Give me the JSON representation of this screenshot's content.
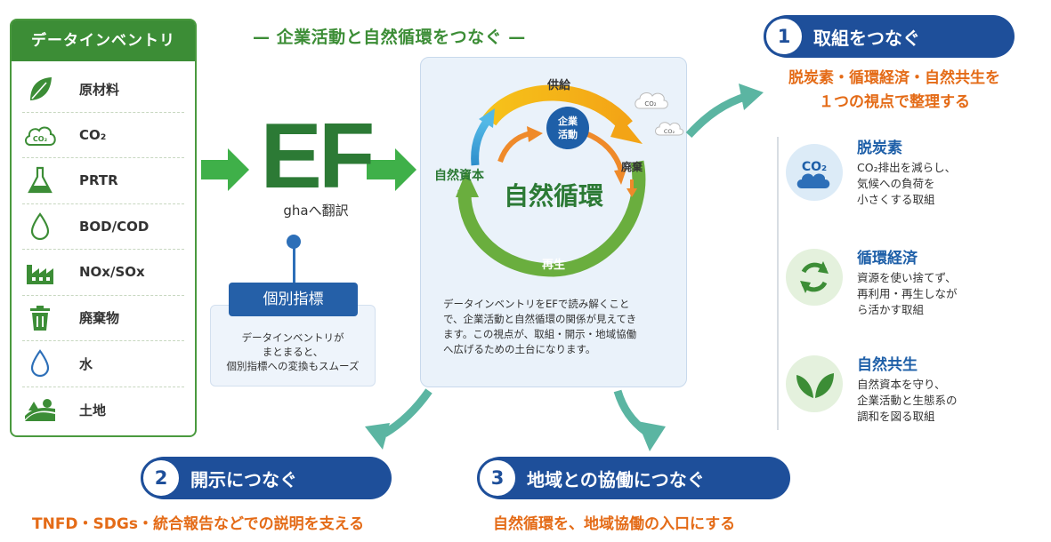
{
  "title": "— 企業活動と自然循環をつなぐ —",
  "inventory": {
    "header": "データインベントリ",
    "items": [
      {
        "icon": "leaf-icon",
        "label": "原材料"
      },
      {
        "icon": "co2-cloud-icon",
        "label": "CO₂"
      },
      {
        "icon": "flask-icon",
        "label": "PRTR"
      },
      {
        "icon": "water-drop-icon",
        "label": "BOD/COD"
      },
      {
        "icon": "factory-icon",
        "label": "NOx/SOx"
      },
      {
        "icon": "trash-bin-icon",
        "label": "廃棄物"
      },
      {
        "icon": "water-drop-outline-icon",
        "label": "水"
      },
      {
        "icon": "land-icon",
        "label": "土地"
      }
    ]
  },
  "ef": {
    "big": "EF",
    "sub": "ghaへ翻訳"
  },
  "indicator": {
    "title": "個別指標",
    "lines": [
      "データインベントリが",
      "まとまると、",
      "個別指標への変換もスムーズ"
    ]
  },
  "cycle": {
    "supply": "供給",
    "waste": "廃棄",
    "regen": "再生",
    "capital": "自然資本",
    "center": "自然循環",
    "company_line1": "企業",
    "company_line2": "活動",
    "co2": "CO₂",
    "text_lines": [
      "データインベントリをEFで読み解くこと",
      "で、企業活動と自然循環の関係が見えてき",
      "ます。この視点が、取組・開示・地域協働",
      "へ広げるための土台になります。"
    ]
  },
  "steps": [
    {
      "num": "1",
      "label": "取組をつなぐ",
      "sub_lines": [
        "脱炭素・循環経済・自然共生を",
        "１つの視点で整理する"
      ]
    },
    {
      "num": "2",
      "label": "開示につなぐ",
      "sub_lines": [
        "TNFD・SDGs・統合報告などでの説明を支える"
      ]
    },
    {
      "num": "3",
      "label": "地域との協働につなぐ",
      "sub_lines": [
        "自然循環を、地域協働の入口にする"
      ]
    }
  ],
  "pillars": [
    {
      "icon": "co2-cloud-icon",
      "title": "脱炭素",
      "lines": [
        "CO₂排出を減らし、",
        "気候への負荷を",
        "小さくする取組"
      ]
    },
    {
      "icon": "recycle-icon",
      "title": "循環経済",
      "lines": [
        "資源を使い捨てず、",
        "再利用・再生しなが",
        "ら活かす取組"
      ]
    },
    {
      "icon": "sprout-icon",
      "title": "自然共生",
      "lines": [
        "自然資本を守り、",
        "企業活動と生態系の",
        "調和を図る取組"
      ]
    }
  ],
  "colors": {
    "green": "#3c8d36",
    "navy": "#1e4f9a",
    "orange": "#e46b17",
    "teal": "#5bb5a2"
  }
}
